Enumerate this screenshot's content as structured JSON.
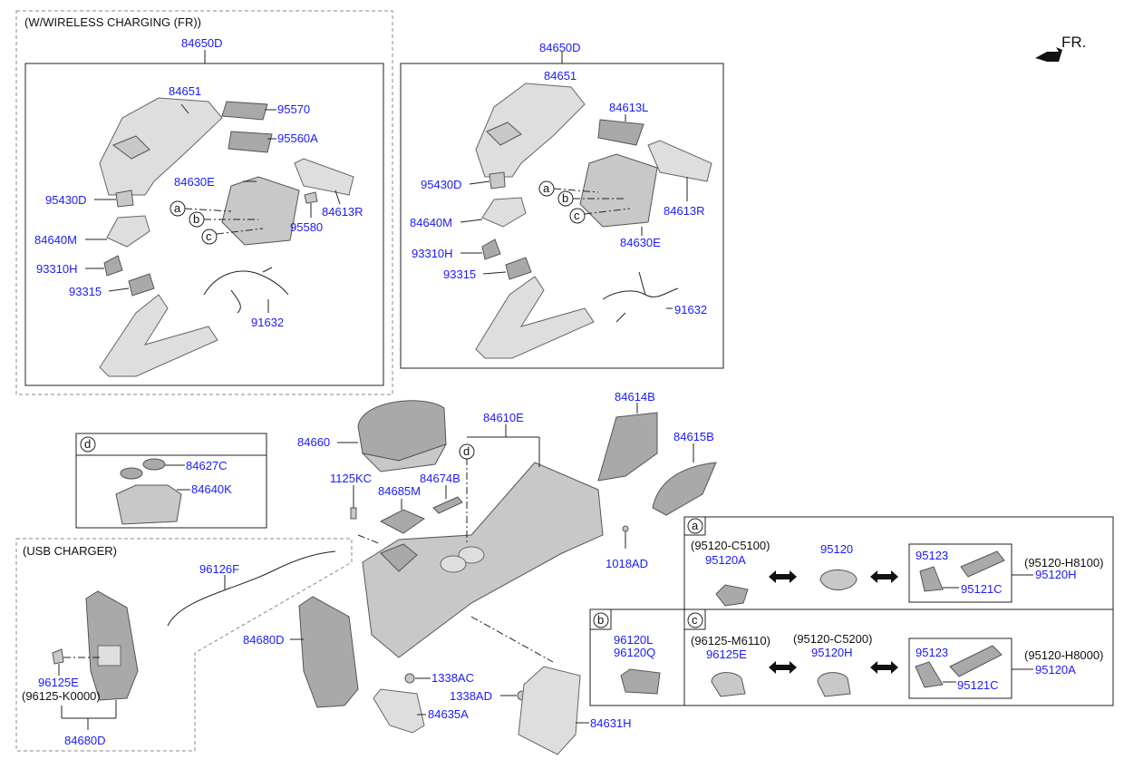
{
  "groups": {
    "wireless_title": "(W/WIRELESS CHARGING (FR))",
    "usb_title": "(USB CHARGER)",
    "fr_label": "FR."
  },
  "labels": {
    "p84650D_a": "84650D",
    "p84651_a": "84651",
    "p95570": "95570",
    "p95560A": "95560A",
    "p84630E_a": "84630E",
    "p95430D_a": "95430D",
    "p84613R_a": "84613R",
    "p95580": "95580",
    "p84640M_a": "84640M",
    "p93310H_a": "93310H",
    "p93315_a": "93315",
    "p91632_a": "91632",
    "p84650D_b": "84650D",
    "p84651_b": "84651",
    "p84613L": "84613L",
    "p95430D_b": "95430D",
    "p84613R_b": "84613R",
    "p84640M_b": "84640M",
    "p84630E_b": "84630E",
    "p93310H_b": "93310H",
    "p93315_b": "93315",
    "p91632_b": "91632",
    "p84614B": "84614B",
    "p84615B": "84615B",
    "p84610E": "84610E",
    "p84660": "84660",
    "p1125KC": "1125KC",
    "p84674B": "84674B",
    "p84685M": "84685M",
    "p1018AD": "1018AD",
    "p84627C": "84627C",
    "p84640K": "84640K",
    "p96126F": "96126F",
    "p84680D_a": "84680D",
    "p96125E_a": "96125E",
    "p96125K0000": "(96125-K0000)",
    "p84680D_b": "84680D",
    "p1338AC": "1338AC",
    "p1338AD": "1338AD",
    "p84635A": "84635A",
    "p84631H": "84631H",
    "a_95120C5100": "(95120-C5100)",
    "a_95120A": "95120A",
    "a_95120": "95120",
    "a_95123": "95123",
    "a_95121C": "95121C",
    "a_95120H8100": "(95120-H8100)",
    "a_95120H": "95120H",
    "b_96120L": "96120L",
    "b_96120Q": "96120Q",
    "c_96125M6110": "(96125-M6110)",
    "c_96125E": "96125E",
    "c_95120C5200": "(95120-C5200)",
    "c_95120H": "95120H",
    "c_95123": "95123",
    "c_95121C": "95121C",
    "c_95120H8000": "(95120-H8000)",
    "c_95120A": "95120A"
  },
  "callouts": {
    "a": "a",
    "b": "b",
    "c": "c",
    "d": "d"
  }
}
